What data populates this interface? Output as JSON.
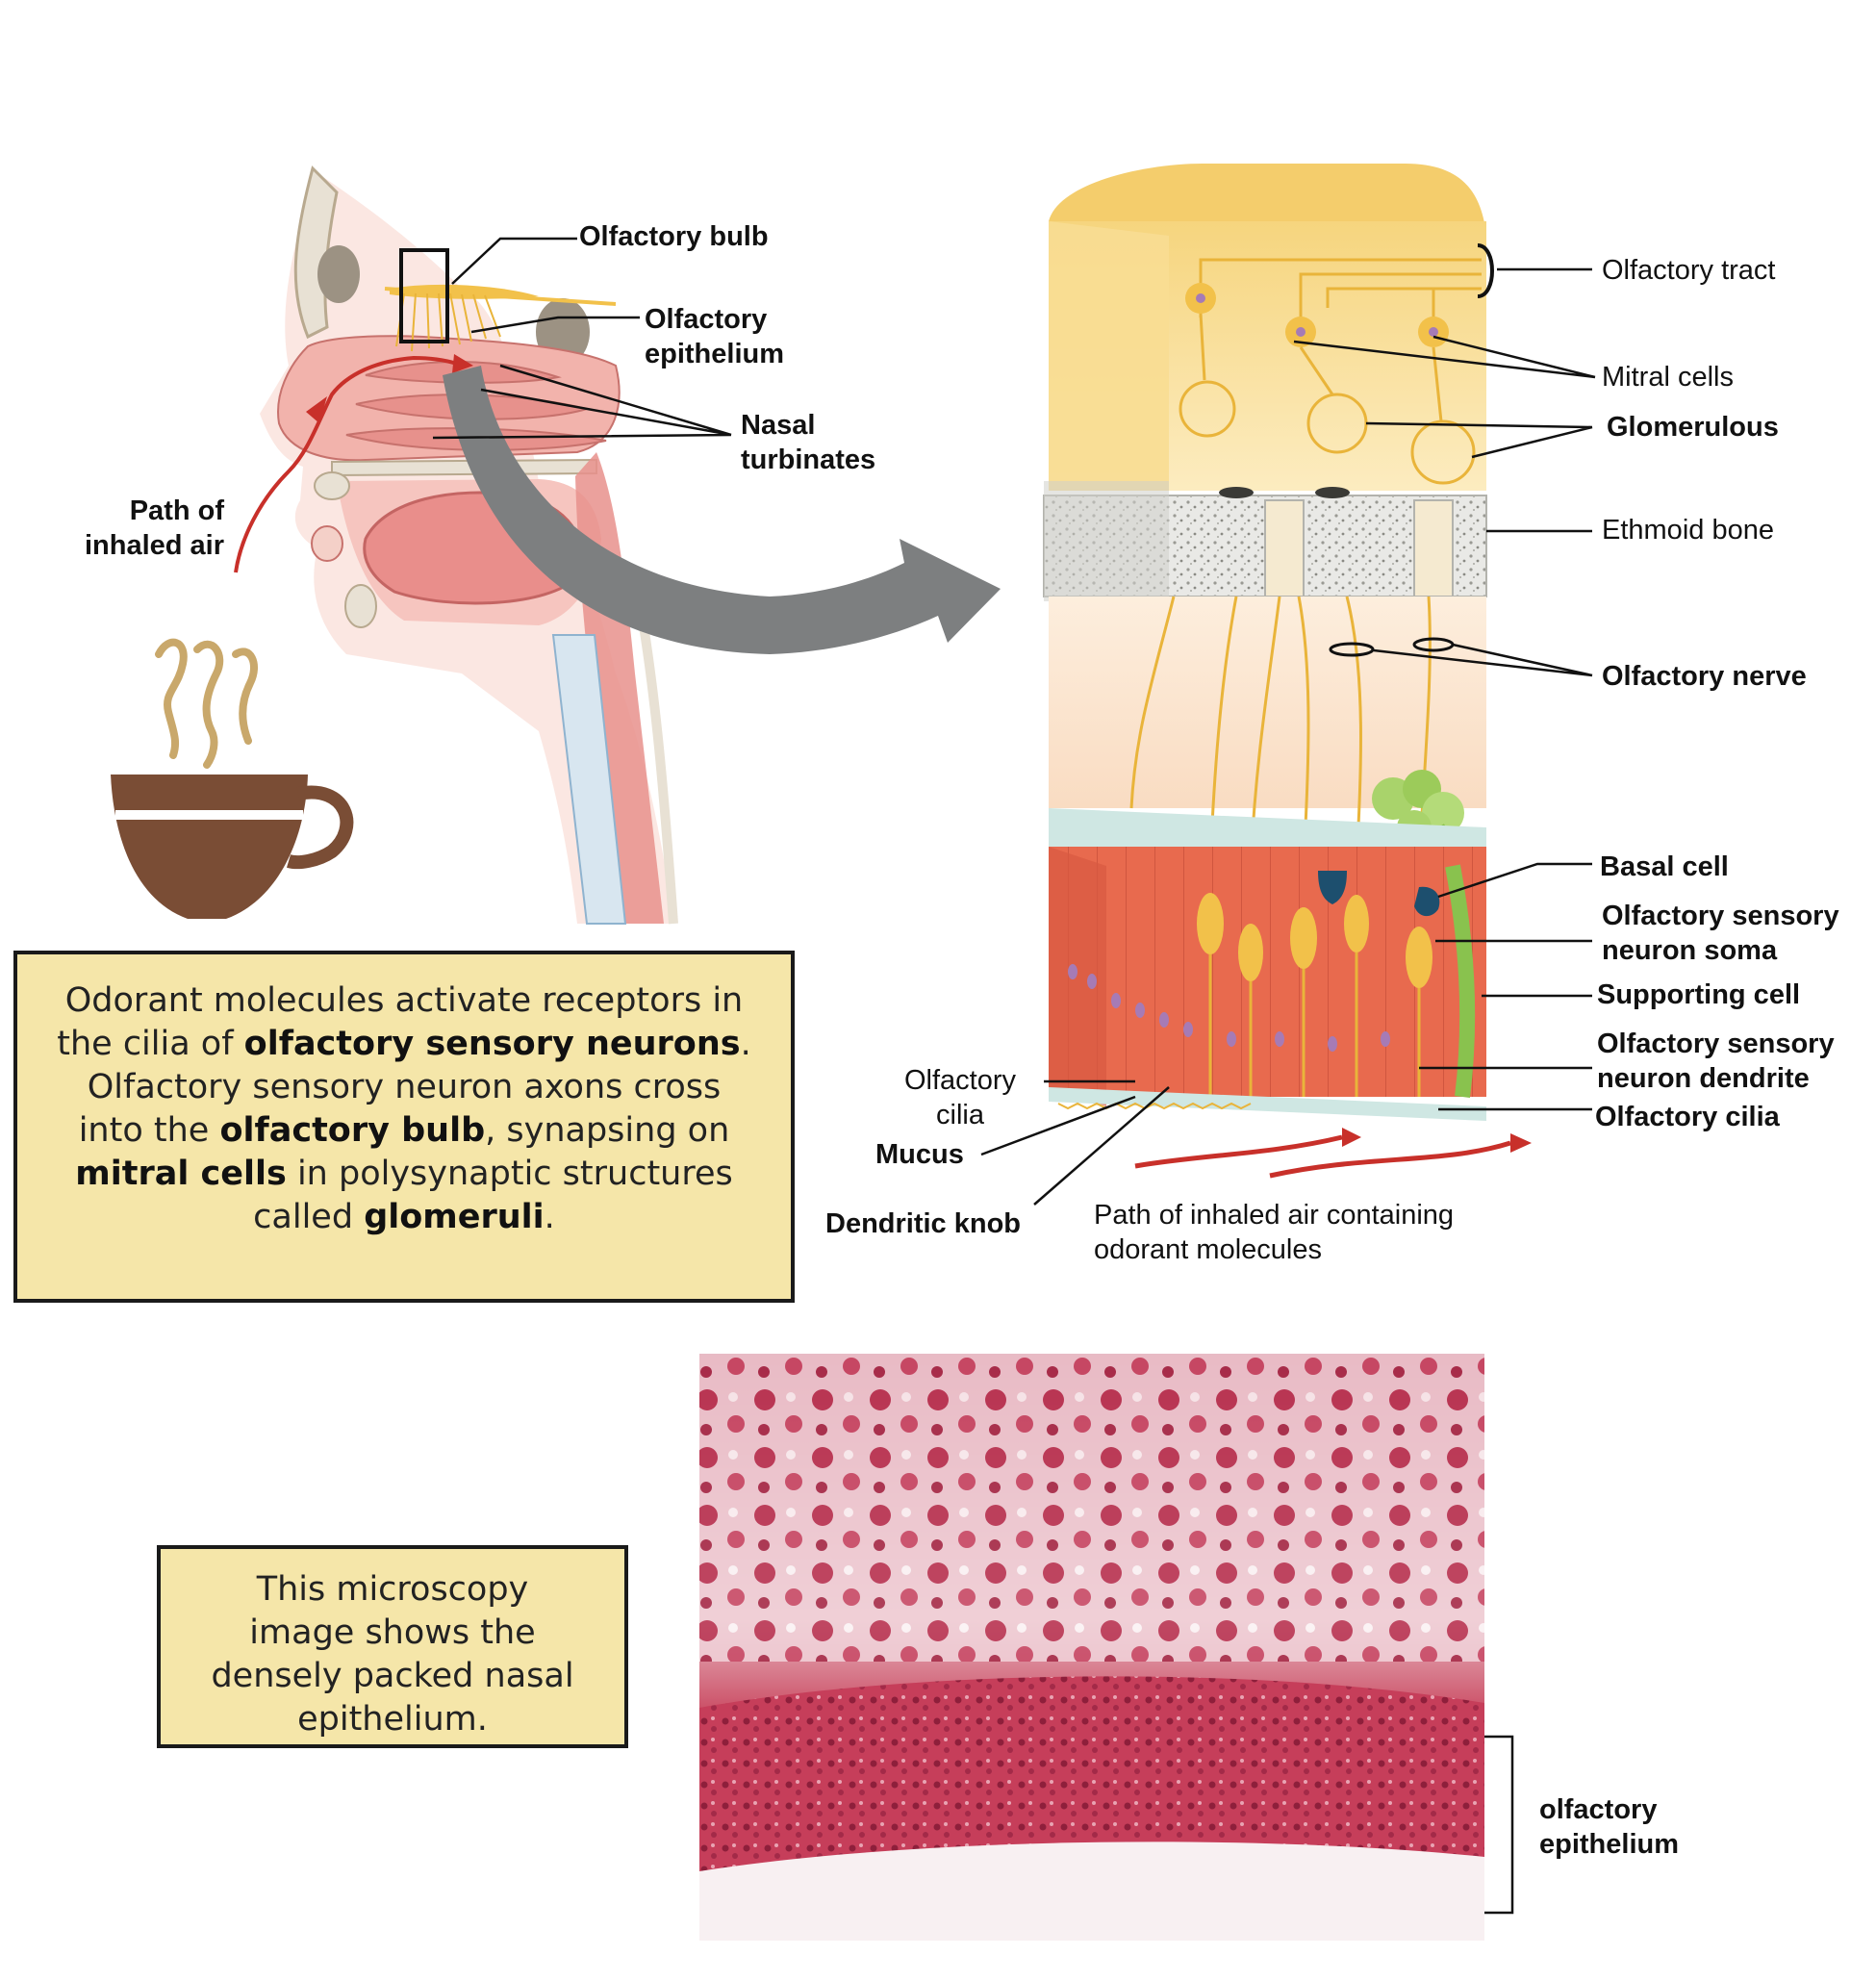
{
  "colors": {
    "skin": "#f3c1b8",
    "tissue": "#e7918c",
    "bone": "#e8e1d4",
    "nerve": "#f2c14a",
    "air_arrow": "#c8302a",
    "connector_arrow": "#7d7f80",
    "caption_bg": "#f5e6a9",
    "cup": "#7a4d35",
    "steam": "#c9a86b",
    "epithelium": "#e4664f",
    "bulb_bg": "#fbe4a6",
    "histology": "#c43a57"
  },
  "head_labels": {
    "olfactory_bulb": "Olfactory bulb",
    "olfactory_epithelium": [
      "Olfactory",
      "epithelium"
    ],
    "nasal_turbinates": [
      "Nasal",
      "turbinates"
    ],
    "path_of_inhaled_air": [
      "Path of",
      "inhaled air"
    ]
  },
  "column_labels": {
    "olfactory_tract": "Olfactory tract",
    "mitral_cells": "Mitral cells",
    "glomerulous": "Glomerulous",
    "ethmoid_bone": "Ethmoid bone",
    "olfactory_nerve": "Olfactory nerve",
    "basal_cell": "Basal cell",
    "sensory_neuron_soma": [
      "Olfactory sensory",
      "neuron soma"
    ],
    "supporting_cell": "Supporting cell",
    "sensory_neuron_dendrite": [
      "Olfactory sensory",
      "neuron dendrite"
    ],
    "olfactory_cilia_right": "Olfactory cilia",
    "olfactory_cilia_left": [
      "Olfactory",
      "cilia"
    ],
    "mucus": "Mucus",
    "dendritic_knob": "Dendritic knob",
    "path_of_air_molecules": [
      "Path of inhaled air containing",
      "odorant molecules"
    ]
  },
  "caption_main": {
    "t1": "Odorant molecules activate receptors in the cilia of ",
    "b1": "olfactory sensory neurons",
    "t2": ". Olfactory sensory neuron axons cross into the ",
    "b2": "olfactory bulb",
    "t3": ", synapsing on ",
    "b3": "mitral cells",
    "t4": " in polysynaptic structures called ",
    "b4": "glomeruli",
    "t5": "."
  },
  "caption_micro": "This microscopy image  shows the densely packed nasal epithelium.",
  "micro_label": [
    "olfactory",
    "epithelium"
  ]
}
